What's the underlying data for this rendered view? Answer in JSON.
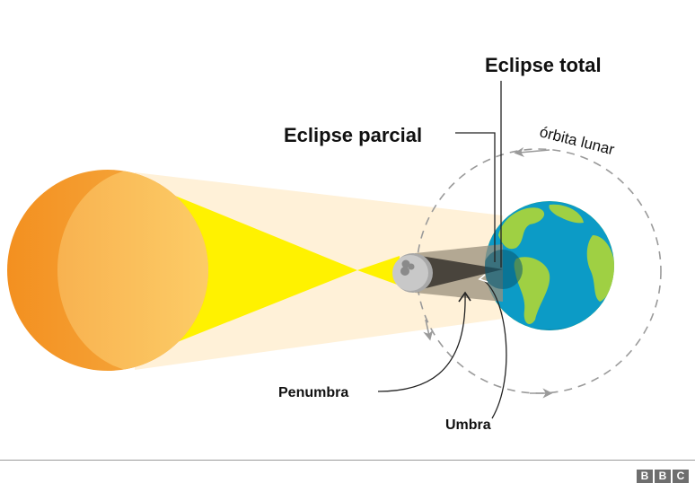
{
  "labels": {
    "total_eclipse": "Eclipse total",
    "partial_eclipse": "Eclipse parcial",
    "lunar_orbit": "órbita lunar",
    "penumbra": "Penumbra",
    "umbra": "Umbra"
  },
  "footer": {
    "logo_letters": [
      "B",
      "B",
      "C"
    ]
  },
  "colors": {
    "sun_dark": "#f39020",
    "sun_light": "#fdd06a",
    "sunlight_cone": "#fff200",
    "penumbra_light": "#fff1d8",
    "moon": "#c8c8c8",
    "moon_shadow": "#a8a8a8",
    "penumbra_shadow": "#b5aa95",
    "umbra_shadow": "#4a453d",
    "ocean": "#0c9bc6",
    "land": "#9fd043",
    "orbit": "#9a9a9a"
  }
}
